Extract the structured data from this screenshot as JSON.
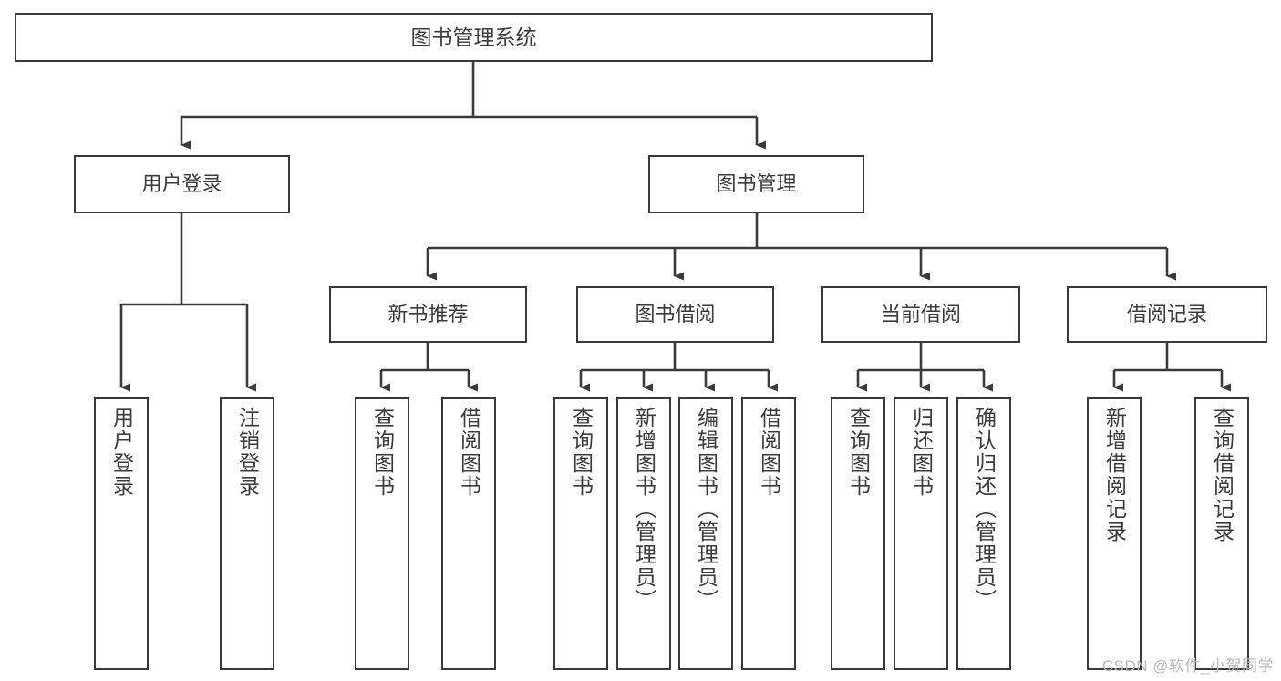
{
  "diagram": {
    "title": "图书管理系统",
    "type": "tree-hierarchy-chart",
    "root": {
      "label": "图书管理系统"
    },
    "level1": [
      {
        "label": "用户登录"
      },
      {
        "label": "图书管理"
      }
    ],
    "level2": [
      {
        "label": "新书推荐"
      },
      {
        "label": "图书借阅"
      },
      {
        "label": "当前借阅"
      },
      {
        "label": "借阅记录"
      }
    ],
    "leaves": {
      "user_login": [
        {
          "label": "用户登录"
        },
        {
          "label": "注销登录"
        }
      ],
      "new_book_recommend": [
        {
          "label": "查询图书"
        },
        {
          "label": "借阅图书"
        }
      ],
      "book_borrow": [
        {
          "label": "查询图书"
        },
        {
          "label": "新增图书（管理员）"
        },
        {
          "label": "编辑图书（管理员）"
        },
        {
          "label": "借阅图书"
        }
      ],
      "current_borrow": [
        {
          "label": "查询图书"
        },
        {
          "label": "归还图书"
        },
        {
          "label": "确认归还（管理员）"
        }
      ],
      "borrow_record": [
        {
          "label": "新增借阅记录"
        },
        {
          "label": "查询借阅记录"
        }
      ]
    }
  },
  "watermark": {
    "text": "CSDN @软件_小贺同学"
  },
  "colors": {
    "box_border": "#3a3a3a",
    "box_fill": "#ffffff",
    "text": "#3b3b3b",
    "edge": "#3a3a3a",
    "watermark": "#b9b9b9",
    "background": "#ffffff"
  }
}
